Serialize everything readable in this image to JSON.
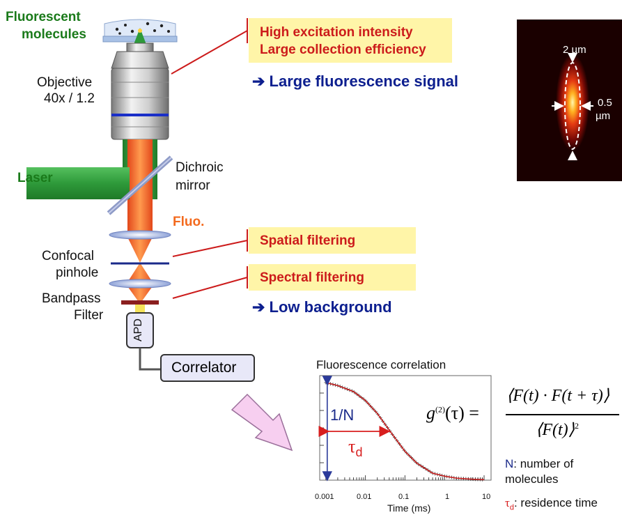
{
  "labels": {
    "fluorescent_molecules_1": "Fluorescent",
    "fluorescent_molecules_2": "molecules",
    "objective_1": "Objective",
    "objective_2": "40x / 1.2",
    "laser": "Laser",
    "dichroic_1": "Dichroic",
    "dichroic_2": "mirror",
    "fluo": "Fluo.",
    "confocal_1": "Confocal",
    "confocal_2": "pinhole",
    "bandpass_1": "Bandpass",
    "bandpass_2": "Filter",
    "apd": "APD",
    "correlator": "Correlator"
  },
  "callouts": {
    "excitation_line1": "High excitation intensity",
    "excitation_line2": "Large collection efficiency",
    "signal": "➔ Large fluorescence signal",
    "spatial": "Spatial filtering",
    "spectral": "Spectral filtering",
    "background": "➔ Low background"
  },
  "focus_image": {
    "height_label": "2 µm",
    "width_label_1": "0.5",
    "width_label_2": "µm"
  },
  "plot": {
    "title": "Fluorescence correlation",
    "xlabel": "Time (ms)",
    "x_ticks": [
      "0.001",
      "0.01",
      "0.1",
      "1",
      "10"
    ],
    "amplitude_label": "1/N",
    "tau_symbol": "τ",
    "tau_sub": "d"
  },
  "formula": {
    "lhs_g": "g",
    "lhs_sup": "(2)",
    "lhs_arg": "(τ) =",
    "numerator": "⟨F(t) · F(t + τ)⟩",
    "denominator": "⟨F(t)⟩",
    "denominator_sup": "2"
  },
  "legend": {
    "n_symbol": "N",
    "n_text_1": ": number of",
    "n_text_2": "molecules",
    "tau_symbol": "τ",
    "tau_sub": "d",
    "tau_text": ": residence time"
  },
  "colors": {
    "laser_green": "#2e9a3a",
    "fluo_orange": "#f36a1e",
    "callout_red": "#cc1b1b",
    "callout_blue": "#0d1f8f",
    "highlight_yellow": "#fff5a8",
    "fit_curve": "#cc1b1b",
    "amplitude_arrow": "#2b3a9a"
  },
  "chart_data": {
    "type": "scatter",
    "title": "Fluorescence correlation",
    "xlabel": "Time (ms)",
    "ylabel": "",
    "x_scale": "log",
    "xlim": [
      0.0007,
      15
    ],
    "ylim": [
      0,
      1.05
    ],
    "x_ticks": [
      0.001,
      0.01,
      0.1,
      1,
      10
    ],
    "tau_d": 0.04,
    "series": [
      {
        "x": [
          0.001,
          0.002,
          0.005,
          0.01,
          0.02,
          0.05,
          0.1,
          0.2,
          0.5,
          1,
          2,
          5,
          10
        ],
        "values": [
          0.98,
          0.95,
          0.89,
          0.8,
          0.67,
          0.45,
          0.29,
          0.17,
          0.07,
          0.04,
          0.02,
          0.01,
          0.005
        ]
      }
    ]
  }
}
